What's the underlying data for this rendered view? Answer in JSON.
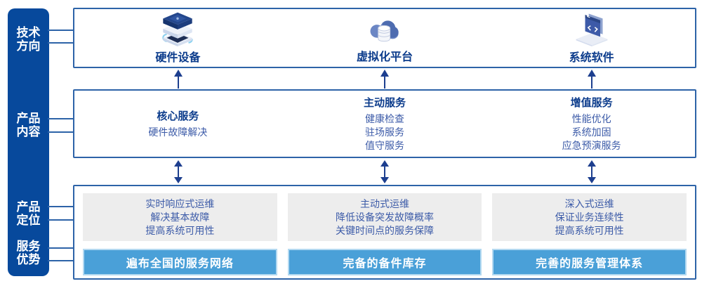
{
  "colors": {
    "sidebar_bg": "#07499c",
    "box_border": "#2d63a8",
    "heading_text": "#0c3c8c",
    "body_text": "#3c5ba8",
    "gray_box_bg": "#ededed",
    "blue_bar_bg": "#4aa0d8",
    "arrow": "#1d3f8f"
  },
  "sidebar": {
    "items": [
      {
        "id": "tech-direction",
        "label": "技术\n方向"
      },
      {
        "id": "product-content",
        "label": "产品\n内容"
      },
      {
        "id": "product-positioning",
        "label": "产品\n定位"
      },
      {
        "id": "service-advantage",
        "label": "服务\n优势"
      }
    ]
  },
  "tech_row": {
    "items": [
      {
        "icon": "server-stack-icon",
        "label": "硬件设备"
      },
      {
        "icon": "cloud-database-icon",
        "label": "虚拟化平台"
      },
      {
        "icon": "code-window-icon",
        "label": "系统软件"
      }
    ]
  },
  "content_row": {
    "columns": [
      {
        "title": "核心服务",
        "lines": [
          "硬件故障解决"
        ]
      },
      {
        "title": "主动服务",
        "lines": [
          "健康检查",
          "驻场服务",
          "值守服务"
        ]
      },
      {
        "title": "增值服务",
        "lines": [
          "性能优化",
          "系统加固",
          "应急预演服务"
        ]
      }
    ]
  },
  "positioning_row": {
    "columns": [
      {
        "lines": [
          "实时响应式运维",
          "解决基本故障",
          "提高系统可用性"
        ],
        "bar": "遍布全国的服务网络"
      },
      {
        "lines": [
          "主动式运维",
          "降低设备突发故障概率",
          "关键时间点的服务保障"
        ],
        "bar": "完备的备件库存"
      },
      {
        "lines": [
          "深入式运维",
          "保证业务连续性",
          "提高系统可用性"
        ],
        "bar": "完善的服务管理体系"
      }
    ]
  }
}
